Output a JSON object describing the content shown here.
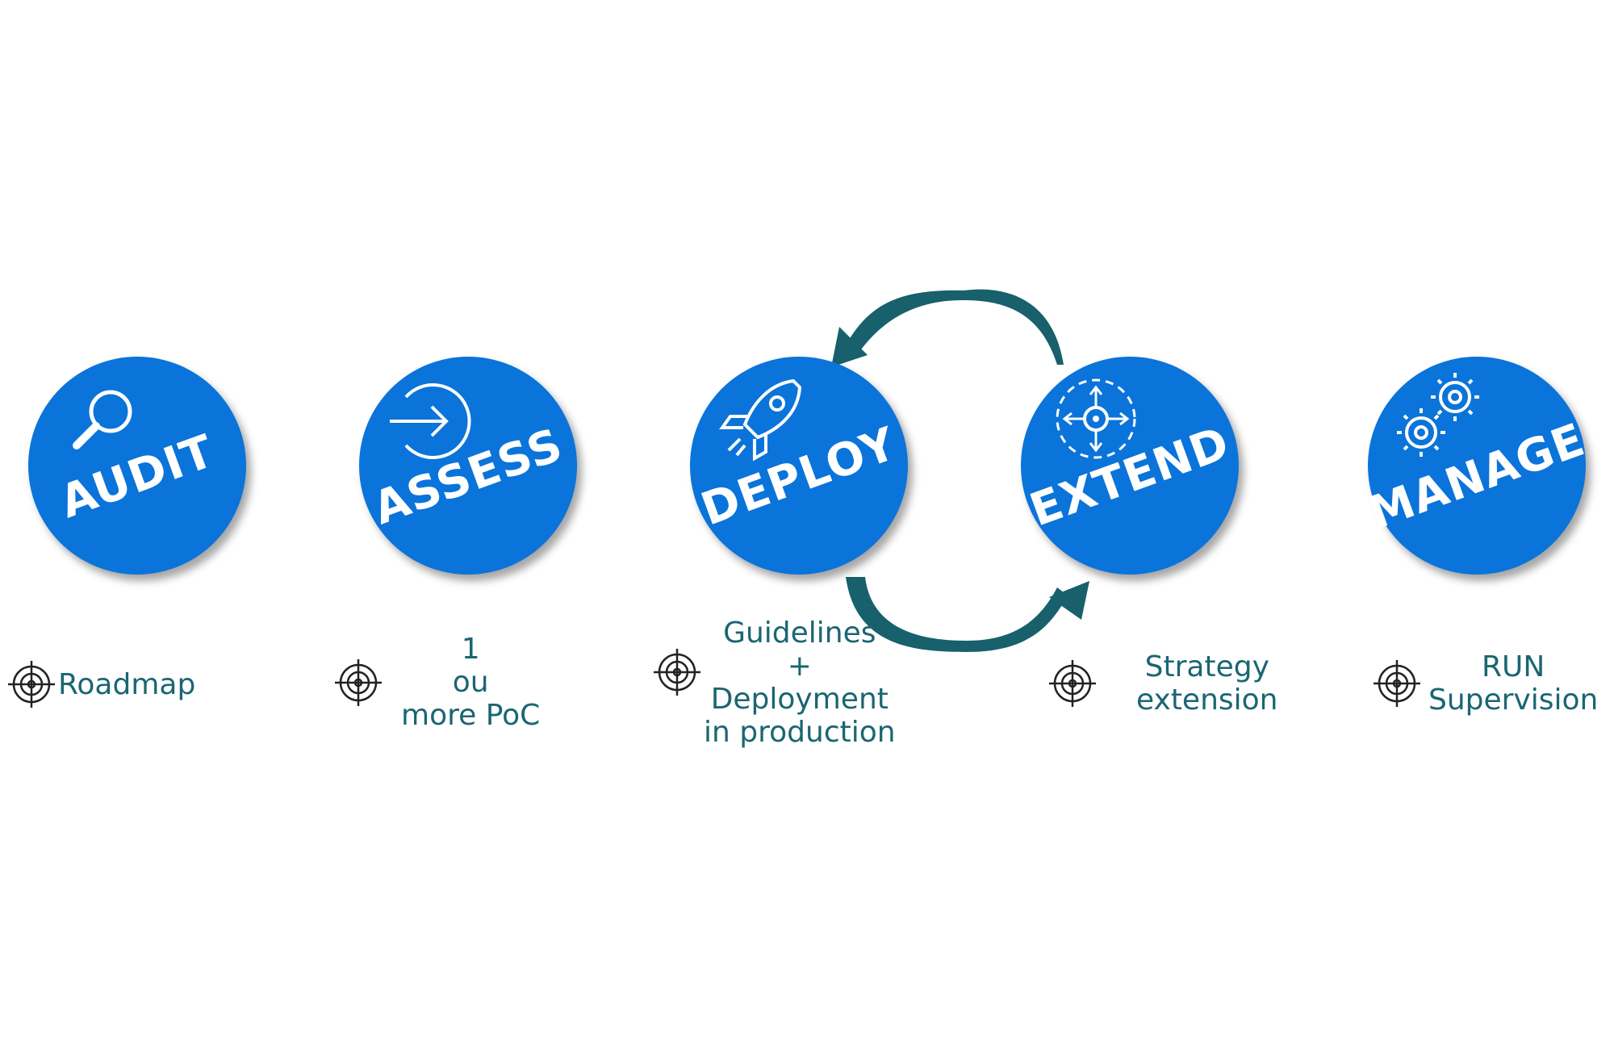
{
  "colors": {
    "circle_fill": "#0a74da",
    "label_text": "#ffffff",
    "deliverable_text": "#1a6672",
    "cycle_arrow": "#17606c",
    "target_icon": "#222222"
  },
  "steps": [
    {
      "label": "AUDIT",
      "icon": "magnifier-icon",
      "deliverable_icon": "target-icon",
      "deliverable": [
        "Roadmap"
      ]
    },
    {
      "label": "ASSESS",
      "icon": "arrow-in-circle-icon",
      "deliverable_icon": "target-icon",
      "deliverable": [
        "1",
        "ou",
        "more PoC"
      ]
    },
    {
      "label": "DEPLOY",
      "icon": "rocket-icon",
      "deliverable_icon": "target-icon",
      "deliverable": [
        "Guidelines",
        "+",
        "Deployment",
        "in production"
      ]
    },
    {
      "label": "EXTEND",
      "icon": "expand-target-icon",
      "deliverable_icon": "target-icon",
      "deliverable": [
        "Strategy",
        "extension"
      ]
    },
    {
      "label": "MANAGE",
      "icon": "gears-icon",
      "deliverable_icon": "target-icon",
      "deliverable": [
        "RUN",
        "Supervision"
      ]
    }
  ],
  "cycle": {
    "between": [
      "DEPLOY",
      "EXTEND"
    ],
    "icon": "cycle-arrows-icon"
  }
}
